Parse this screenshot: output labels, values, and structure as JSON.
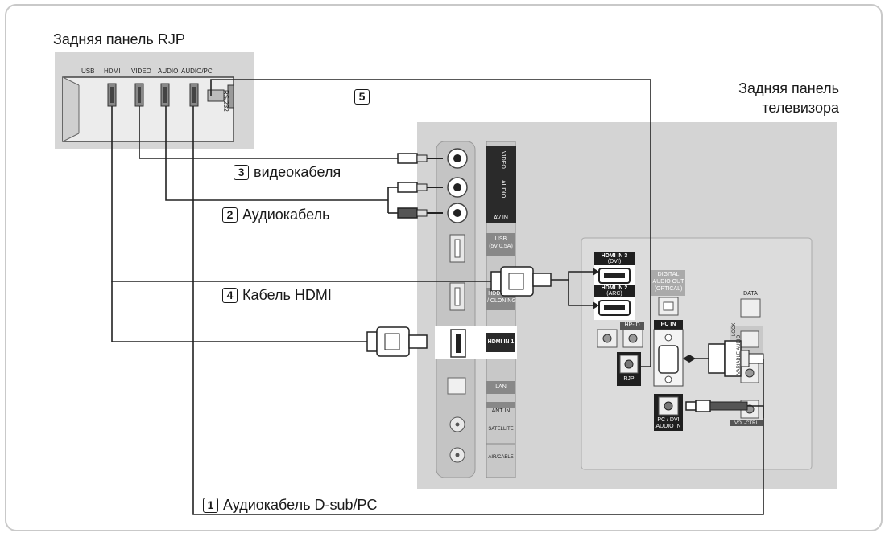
{
  "labels": {
    "rjp_panel": "Задняя панель RJP",
    "tv_panel_line1": "Задняя панель",
    "tv_panel_line2": "телевизора"
  },
  "rjp_ports": [
    "USB",
    "HDMI",
    "VIDEO",
    "AUDIO",
    "AUDIO/PC",
    "RS/232"
  ],
  "cables": [
    {
      "num": "1",
      "label": "Аудиокабель D-sub/PC"
    },
    {
      "num": "2",
      "label": "Аудиокабель"
    },
    {
      "num": "3",
      "label": "видеокабеля"
    },
    {
      "num": "4",
      "label": "Кабель HDMI"
    },
    {
      "num": "5",
      "label": ""
    }
  ],
  "tv_left_ports": {
    "video": "VIDEO",
    "audio": "AUDIO",
    "av_in": "AV IN",
    "usb_line1": "USB",
    "usb_line2": "(5V 0.5A)",
    "hdd_line1": "HDD 1.5A",
    "hdd_line2": "/ CLONING",
    "hdmi_in1": "HDMI IN 1",
    "lan": "LAN",
    "ant_in": "ANT IN",
    "satellite": "SATELLITE",
    "air_cable": "AIR/CABLE"
  },
  "tv_right_ports": {
    "hdmi3_line1": "HDMI IN 3",
    "hdmi3_line2": "(DVI)",
    "hdmi2_line1": "HDMI IN 2",
    "hdmi2_line2": "(ARC)",
    "digital_line1": "DIGITAL",
    "digital_line2": "AUDIO OUT",
    "digital_line3": "(OPTICAL)",
    "data": "DATA",
    "hp_id": "HP-ID",
    "pc_in": "PC IN",
    "rjp": "RJP",
    "pcdvi_line1": "PC / DVI",
    "pcdvi_line2": "AUDIO IN",
    "var_audio": "VARIABLE AUDIO",
    "vol_ctrl": "VOL-CTRL",
    "lock": "LOCK"
  }
}
